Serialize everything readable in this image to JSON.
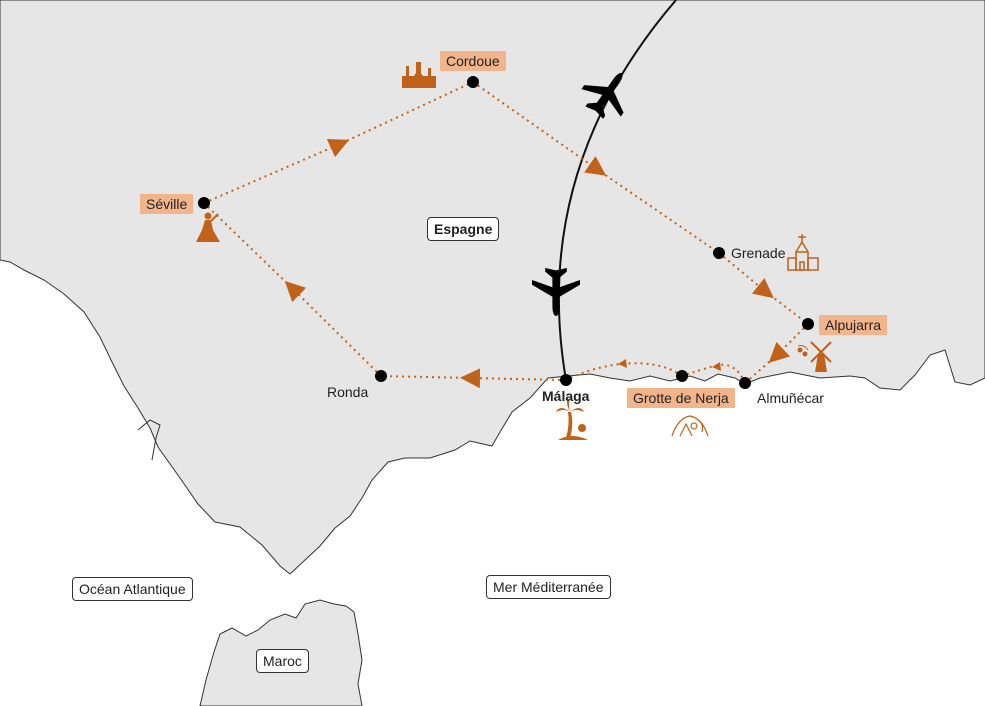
{
  "colors": {
    "land": "#e6e6e6",
    "coast": "#333333",
    "route": "#c0621a",
    "icon": "#c0621a",
    "highlight": "#f2b48a",
    "water": "#ffffff"
  },
  "places": {
    "cordoue": "Cordoue",
    "seville": "Séville",
    "grenade": "Grenade",
    "alpujarra": "Alpujarra",
    "ronda": "Ronda",
    "malaga": "Málaga",
    "nerja": "Grotte de Nerja",
    "almunecar": "Almuñécar"
  },
  "regions": {
    "espagne": "Espagne",
    "atlantique": "Océan Atlantique",
    "mediterranee": "Mer Méditerranée",
    "maroc": "Maroc"
  },
  "icons": {
    "cordoue": "mosque-icon",
    "seville": "flamenco-dancer-icon",
    "grenade": "church-icon",
    "alpujarra": "windmill-olive-icon",
    "malaga": "palm-beach-icon",
    "nerja": "cave-icon",
    "flight": "airplane-icon"
  }
}
